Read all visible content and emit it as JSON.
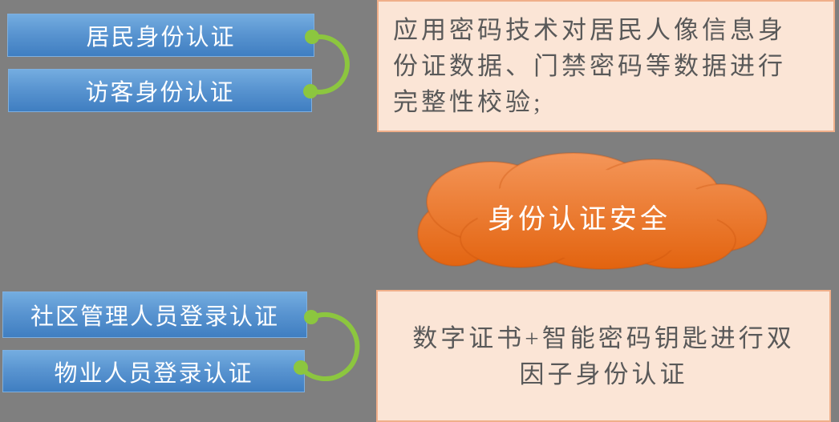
{
  "diagram_title": "",
  "cloud": {
    "label": "身份认证安全"
  },
  "identity_group_top": {
    "items": [
      {
        "label": "居民身份认证"
      },
      {
        "label": "访客身份认证"
      }
    ],
    "note": "应用密码技术对居民人像信息身份证数据、门禁密码等数据进行完整性校验;"
  },
  "identity_group_bottom": {
    "items": [
      {
        "label": "社区管理人员登录认证"
      },
      {
        "label": "物业人员登录认证"
      }
    ],
    "note": "数字证书+智能密码钥匙进行双因子身份认证"
  },
  "icons": {
    "connector_top": "curved-bracket-arc-with-end-dots",
    "connector_bottom": "curved-bracket-arc-with-end-dots",
    "cloud_shape": "orange-cloud"
  },
  "colors": {
    "background": "#7F7F7F",
    "button_gradient_top": "#74ADE0",
    "button_gradient_bottom": "#3F7EC1",
    "button_border": "#7FB0DF",
    "button_text": "#FFFFFF",
    "connector_green": "#8CC63F",
    "note_fill": "#FBE5D6",
    "note_border": "#F0AF8A",
    "note_text": "#595959",
    "cloud_gradient_top": "#F49558",
    "cloud_gradient_bottom": "#E2620D",
    "cloud_text": "#FFFFFF"
  }
}
